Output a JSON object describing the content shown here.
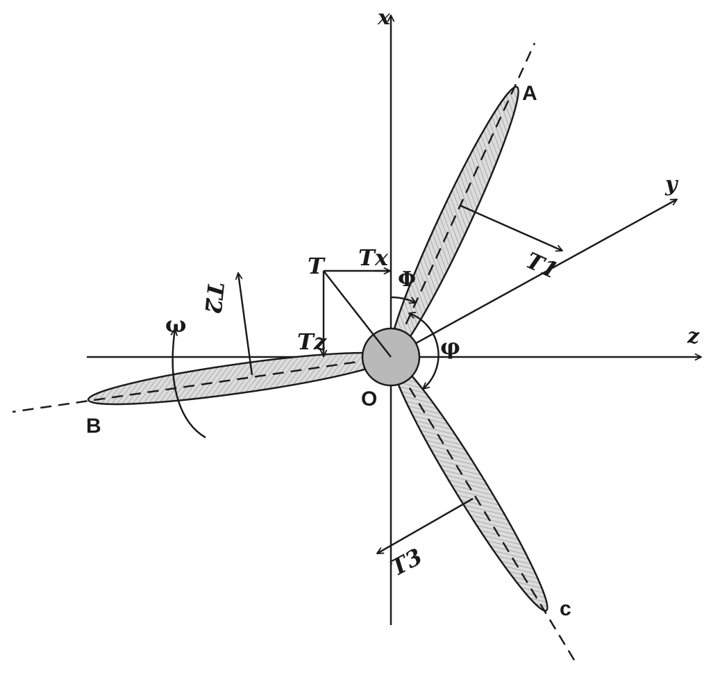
{
  "labels": {
    "axis_x": "x",
    "axis_y": "y",
    "axis_z": "z",
    "origin": "O",
    "blade_a": "A",
    "blade_b": "B",
    "blade_c": "c",
    "force_t": "T",
    "force_tx": "Tx",
    "force_tz": "Tz",
    "force_t1": "T1",
    "force_t2": "T2",
    "force_t3": "T3",
    "angle_big_phi": "Φ",
    "angle_phi": "φ",
    "omega": "ω"
  },
  "colors": {
    "line": "#1a1a1a",
    "blade_fill": "#dcdcdc",
    "hatch": "#8a8a8a",
    "hub_fill": "#b9b9b9",
    "background": "#ffffff"
  }
}
